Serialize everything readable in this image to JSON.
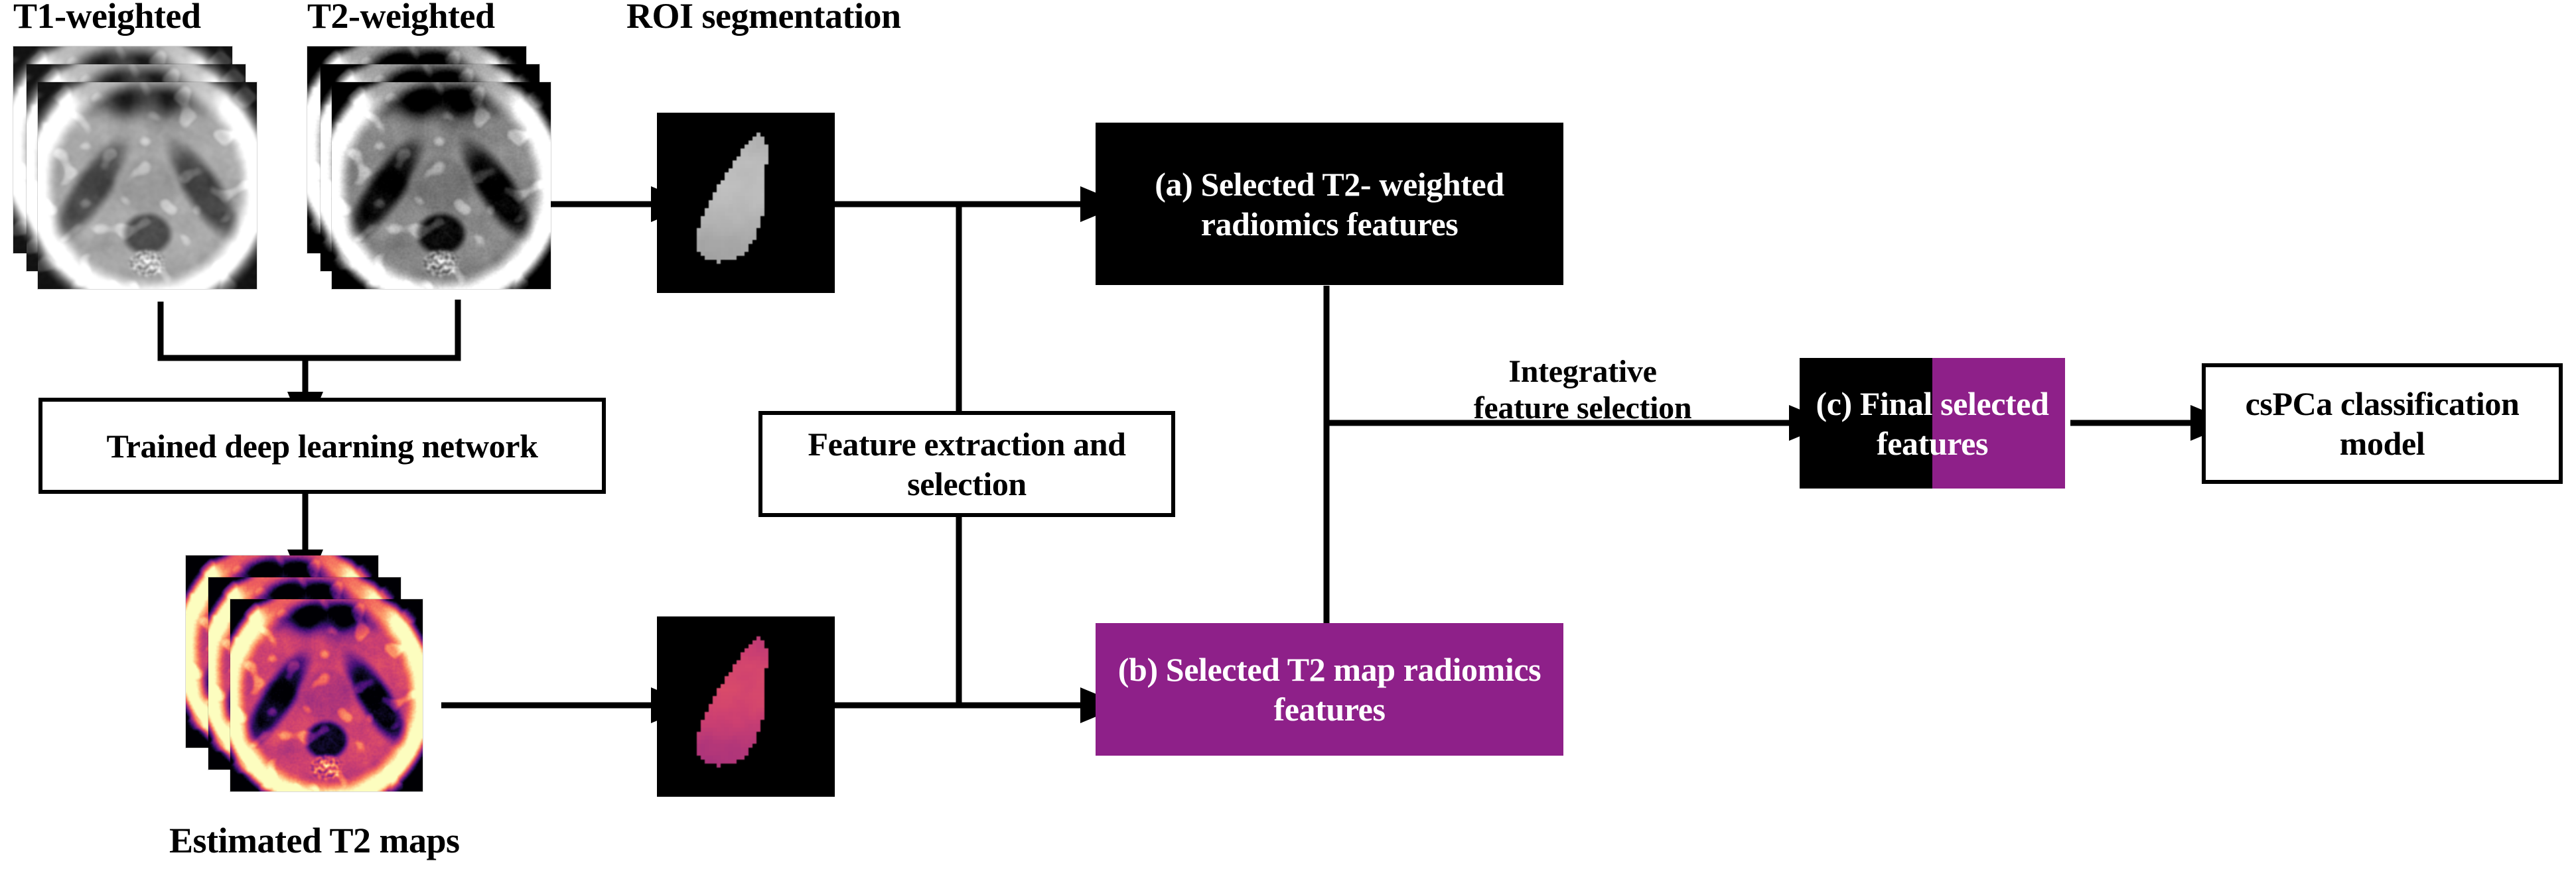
{
  "headers": {
    "t1": "T1-weighted",
    "t2": "T2-weighted",
    "roi": "ROI segmentation"
  },
  "captions": {
    "t2maps": "Estimated T2 maps"
  },
  "boxes": {
    "deep_network": "Trained deep learning network",
    "feature_extraction": "Feature extraction\nand selection",
    "selected_t2w": "(a) Selected T2-\nweighted radiomics\nfeatures",
    "selected_t2map": "(b) Selected T2 map\nradiomics features",
    "final_selected": "(c) Final selected\nfeatures",
    "classification_model": "csPCa classification\nmodel"
  },
  "arrow_labels": {
    "integrative": "Integrative\nfeature selection"
  },
  "colors": {
    "purple": "#8E2089",
    "black": "#000000",
    "white": "#FFFFFF",
    "outline": "#000000"
  },
  "flow": {
    "type": "workflow-diagram",
    "nodes": [
      "T1-weighted images",
      "T2-weighted images",
      "Trained deep learning network",
      "Estimated T2 maps",
      "ROI segmentation (T2-weighted)",
      "ROI segmentation (T2 map)",
      "Feature extraction and selection",
      "(a) Selected T2-weighted radiomics features",
      "(b) Selected T2 map radiomics features",
      "(c) Final selected features",
      "csPCa classification model"
    ]
  }
}
